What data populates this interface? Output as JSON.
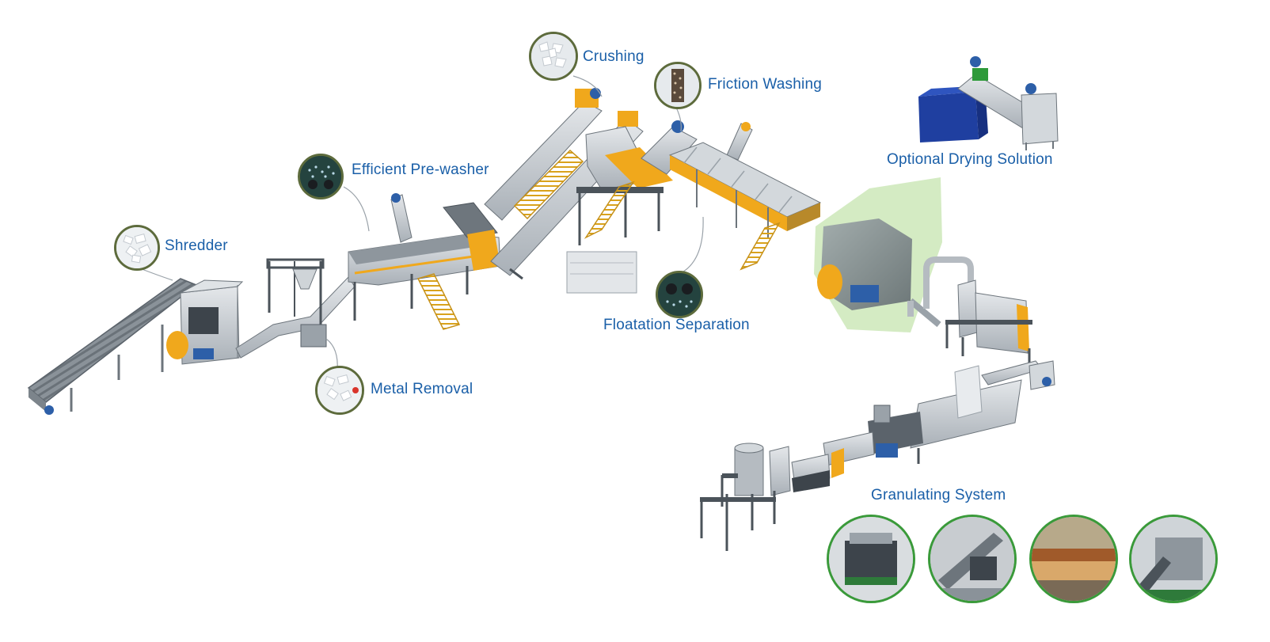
{
  "labels": {
    "shredder": "Shredder",
    "metal_removal": "Metal Removal",
    "pre_washer": "Efficient Pre-washer",
    "crushing": "Crushing",
    "friction_washing": "Friction Washing",
    "floatation": "Floatation Separation",
    "drying": "Optional Drying Solution",
    "granulating": "Granulating System"
  },
  "colors": {
    "label_text": "#1a5fa8",
    "bubble_ring": "#5d6b3c",
    "photo_ring": "#3a9a3a",
    "machine_steel": "#c9ced3",
    "machine_dark": "#5b636b",
    "motor_orange": "#f0a81c",
    "motor_blue": "#2d5fa8",
    "drying_highlight": "#9fd37a",
    "tank_blue": "#1f3fa0"
  },
  "icons": {
    "shredder": "flakes-icon",
    "metal_removal": "flakes-with-metal-icon",
    "pre_washer": "washer-rollers-icon",
    "crushing": "crushed-flakes-icon",
    "friction_washing": "friction-screw-icon",
    "floatation": "floatation-tank-icon"
  }
}
